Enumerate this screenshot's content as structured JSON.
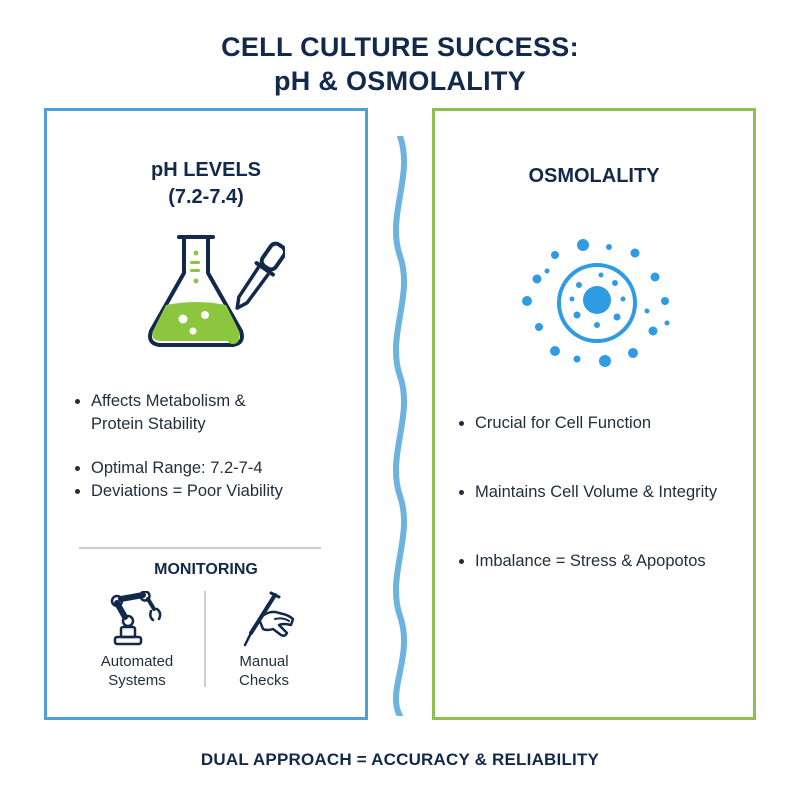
{
  "title": {
    "line1": "CELL CULTURE SUCCESS:",
    "line2": "pH & OSMOLALITY"
  },
  "left_panel": {
    "heading_line1": "pH LEVELS",
    "heading_line2": "(7.2-7.4)",
    "icon": "flask-dropper-icon",
    "bullets": [
      {
        "line1": "Affects Metabolism &",
        "line2": "Protein Stability"
      },
      {
        "line1": "Optimal Range: 7.2-7-4"
      },
      {
        "line1": "Deviations = Poor Viability"
      }
    ],
    "monitoring": {
      "title": "MONITORING",
      "automated": {
        "line1": "Automated",
        "line2": "Systems",
        "icon": "robot-arm-icon"
      },
      "manual": {
        "line1": "Manual",
        "line2": "Checks",
        "icon": "hand-pipette-icon"
      }
    }
  },
  "right_panel": {
    "heading": "OSMOLALITY",
    "icon": "cell-icon",
    "bullets": [
      "Crucial for Cell Function",
      "Maintains Cell Volume & Integrity",
      "Imbalance = Stress & Apopotos"
    ]
  },
  "footer": "DUAL APPROACH = ACCURACY & RELIABILITY",
  "colors": {
    "navy": "#13294b",
    "blue_accent": "#4f9fd9",
    "cell_blue": "#2f9be3",
    "green_accent": "#8cc152",
    "liquid_green": "#8cc63f"
  }
}
